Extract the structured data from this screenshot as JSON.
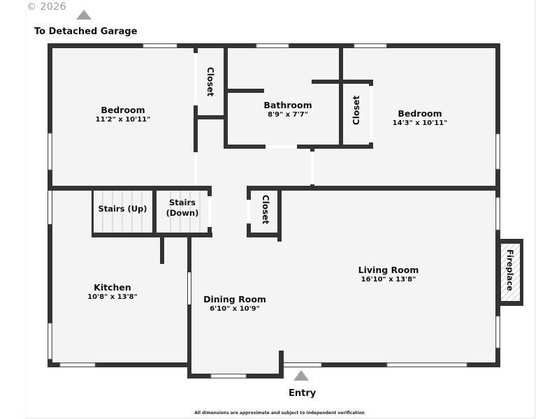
{
  "header": {
    "copyright": "© 2026",
    "garage_label": "To Detached Garage"
  },
  "footer": {
    "entry_label": "Entry",
    "disclaimer": "All dimensions are approximate and subject to independent verification"
  },
  "colors": {
    "wall": "#333333",
    "floor": "#f4f4f4",
    "arrow": "#a0a0a0",
    "window": "#ffffff"
  },
  "rooms": {
    "bedroom_left": {
      "name": "Bedroom",
      "dimensions": "11'2\" x 10'11\""
    },
    "bathroom": {
      "name": "Bathroom",
      "dimensions": "8'9\" x 7'7\""
    },
    "bedroom_right": {
      "name": "Bedroom",
      "dimensions": "14'3\" x 10'11\""
    },
    "kitchen": {
      "name": "Kitchen",
      "dimensions": "10'8\" x 13'8\""
    },
    "dining_room": {
      "name": "Dining Room",
      "dimensions": "6'10\" x 10'9\""
    },
    "living_room": {
      "name": "Living Room",
      "dimensions": "16'10\" x 13'8\""
    }
  },
  "labels": {
    "closet_top": "Closet",
    "closet_bath": "Closet",
    "closet_mid": "Closet",
    "stairs_up": "Stairs (Up)",
    "stairs_down_1": "Stairs",
    "stairs_down_2": "(Down)",
    "fireplace": "Fireplace"
  }
}
